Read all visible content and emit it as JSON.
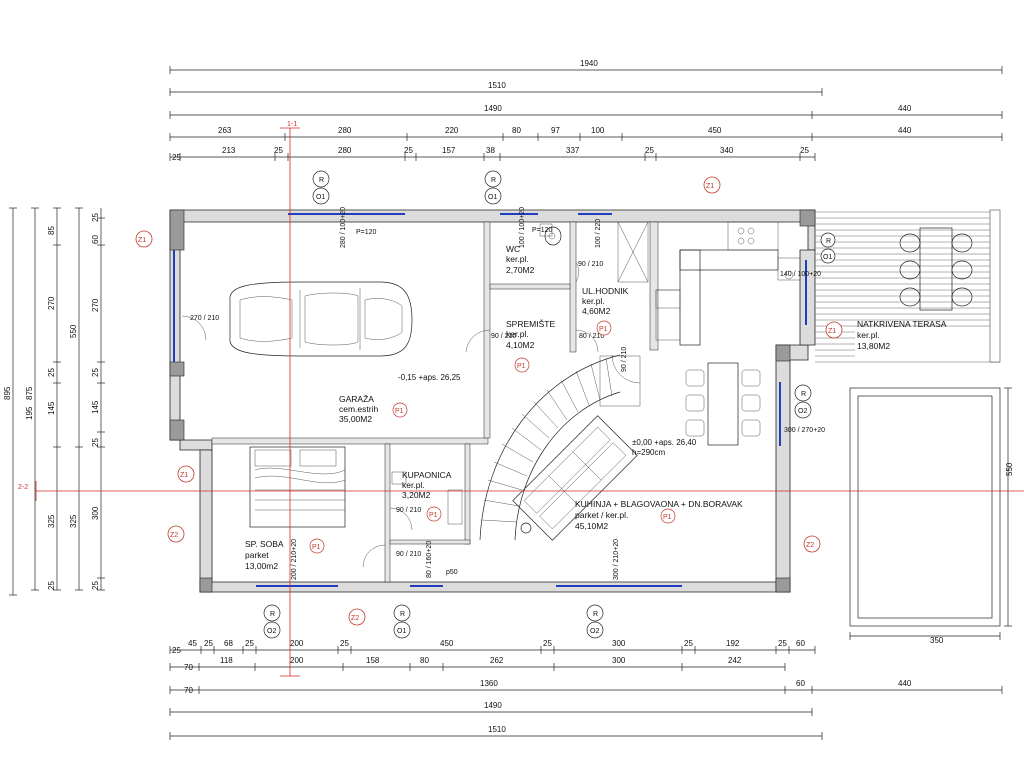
{
  "dimensions": {
    "top_row1": [
      "1940"
    ],
    "top_row2": [
      "1510"
    ],
    "top_row3": [
      "1490"
    ],
    "top_row3b": [
      "440"
    ],
    "top_row4": [
      "263",
      "280",
      "220",
      "80",
      "97",
      "100",
      "450",
      "440"
    ],
    "top_row5": [
      "213",
      "25",
      "280",
      "25",
      "157",
      "38",
      "337",
      "25",
      "340",
      "25"
    ],
    "top_row5_left": "25",
    "bottom_row1": [
      "45",
      "25",
      "68",
      "25",
      "200",
      "25",
      "450",
      "25",
      "300",
      "25",
      "192",
      "25",
      "60"
    ],
    "bottom_row1_left": "25",
    "bottom_row2": [
      "70",
      "118",
      "200",
      "158",
      "80",
      "262",
      "300",
      "242"
    ],
    "bottom_row3": [
      "70",
      "1360",
      "60",
      "440"
    ],
    "bottom_row4": [
      "1490"
    ],
    "bottom_row5": [
      "1510"
    ],
    "left_outer": [
      "895"
    ],
    "left_col2": [
      "875"
    ],
    "left_col3": [
      "85",
      "270",
      "145",
      "25",
      "325"
    ],
    "left_col3b": [
      "550",
      "195"
    ],
    "left_col4": [
      "60",
      "270",
      "25",
      "145",
      "25",
      "300",
      "25"
    ],
    "left_col5": [
      "25"
    ],
    "terrace_right": "550",
    "terrace_bottom": "350"
  },
  "sections": {
    "vertical": "1-1",
    "horizontal": "2-2"
  },
  "rooms": [
    {
      "name": "GARAŽA",
      "floor": "cem.estrih",
      "area": "35,00M2",
      "tag": "P1"
    },
    {
      "name": "WC",
      "floor": "ker.pl.",
      "area": "2,70M2"
    },
    {
      "name": "UL.HODNIK",
      "floor": "ker.pl.",
      "area": "4,60M2",
      "tag": "P1"
    },
    {
      "name": "SPREMIŠTE",
      "floor": "ker.pl.",
      "area": "4,10M2",
      "tag": "P1"
    },
    {
      "name": "KUPAONICA",
      "floor": "ker.pl.",
      "area": "3,20M2",
      "tag": "P1"
    },
    {
      "name": "SP. SOBA",
      "floor": "parket",
      "area": "13,00m2",
      "tag": "P1"
    },
    {
      "name": "KUHINJA + BLAGOVAONA + DN.BORAVAK",
      "floor": "parket / ker.pl.",
      "area": "45,10M2",
      "tag": "P1"
    },
    {
      "name": "NATKRIVENA TERASA",
      "floor": "ker.pl.",
      "area": "13,80M2"
    }
  ],
  "elevations": {
    "garage": "-0,15 +aps. 26,25",
    "living": "±0,00 +aps. 26,40",
    "living_h": "h=290cm"
  },
  "openings": {
    "garage_door": "270 / 210",
    "garage_win_top": "280 / 100+20",
    "garage_win_p": "P=120",
    "wc_win": "100 / 100+20",
    "wc_win_p": "P=120",
    "hall_win": "100 / 220",
    "wc_door": "90 / 210",
    "hall_door_left": "90 / 210",
    "hall_door_right": "80 / 210",
    "storage_door": "90 / 210",
    "kitchen_win": "140 / 100+20",
    "stair_door": "90 / 210",
    "living_win_right": "300 / 270+20",
    "bath_door": "90 / 210",
    "bath_win": "80 / 160+20",
    "bath_p": "p50",
    "room_door": "90 / 210",
    "room_win": "200 / 210+20",
    "living_win_bottom": "300 / 210+20"
  },
  "markers": {
    "zones": [
      "Z1",
      "Z1",
      "Z1",
      "Z1",
      "Z2",
      "Z2",
      "Z2"
    ],
    "window_tags": [
      "R",
      "O1",
      "R",
      "O1",
      "R",
      "O1",
      "R",
      "O2",
      "R",
      "O1",
      "R",
      "O2",
      "R",
      "O2"
    ]
  },
  "terrace_table": {
    "label": ""
  }
}
